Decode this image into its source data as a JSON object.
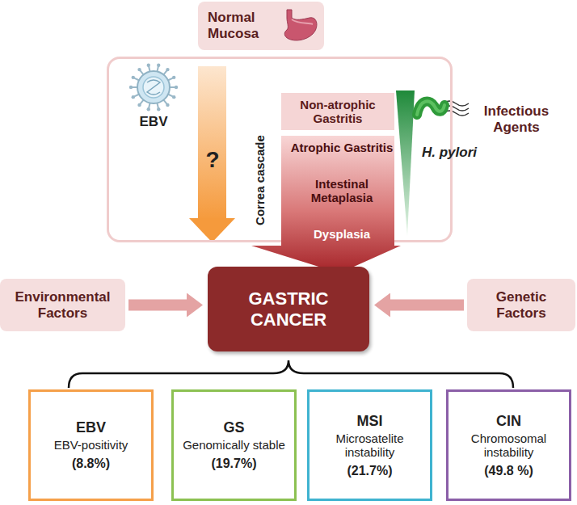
{
  "diagram": {
    "nodes": [
      {
        "text": [
          "Normal Mucosa"
        ]
      },
      {
        "text": [
          "Infectious Agents"
        ]
      },
      {
        "text": [
          "Non-atrophic Gastritis"
        ],
        "in": 1
      },
      {
        "text": [
          "Atrophic Gastritis",
          "Intestinal Metaplasia",
          "Dysplasia"
        ],
        "in": 1
      },
      {
        "text": [
          "Environmental Factors"
        ]
      },
      {
        "text": [
          "GASTRIC CANCER"
        ]
      },
      {
        "text": [
          "Genetic Factors"
        ]
      },
      {
        "text": [
          "EBV",
          "EBV-positivity",
          "(8.8%)"
        ]
      },
      {
        "text": [
          "GS",
          "Genomically stable",
          "(19.7%)"
        ]
      },
      {
        "text": [
          "MSI",
          "Microsatelite instability",
          "(21.7%)"
        ]
      },
      {
        "text": [
          "CIN",
          "Chromosomal instability",
          "(49.8 %)"
        ]
      }
    ],
    "edges": [
      {
        "from": 4,
        "to": 5,
        "arrow": "to"
      },
      {
        "from": 6,
        "to": 5,
        "arrow": "to"
      }
    ],
    "labels": [
      "EBV",
      "?",
      "Correa cascade",
      "H. pylori"
    ]
  }
}
